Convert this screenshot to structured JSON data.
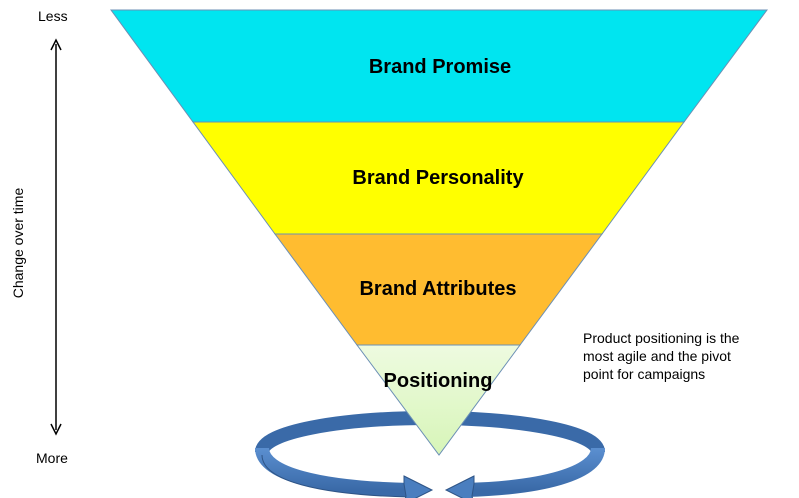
{
  "axis": {
    "top_label": "Less",
    "bottom_label": "More",
    "title": "Change over time"
  },
  "tiers": [
    {
      "label": "Brand Promise",
      "color": "#00e5f0"
    },
    {
      "label": "Brand Personality",
      "color": "#ffff00"
    },
    {
      "label": "Brand Attributes",
      "color": "#ffbc30"
    },
    {
      "label": "Positioning",
      "color": "#e8fbd0"
    }
  ],
  "note": {
    "lines": [
      "Product positioning is the",
      "most agile and the pivot",
      "point for campaigns"
    ]
  },
  "pivot_ring": {
    "color": "#4a7ebf"
  }
}
